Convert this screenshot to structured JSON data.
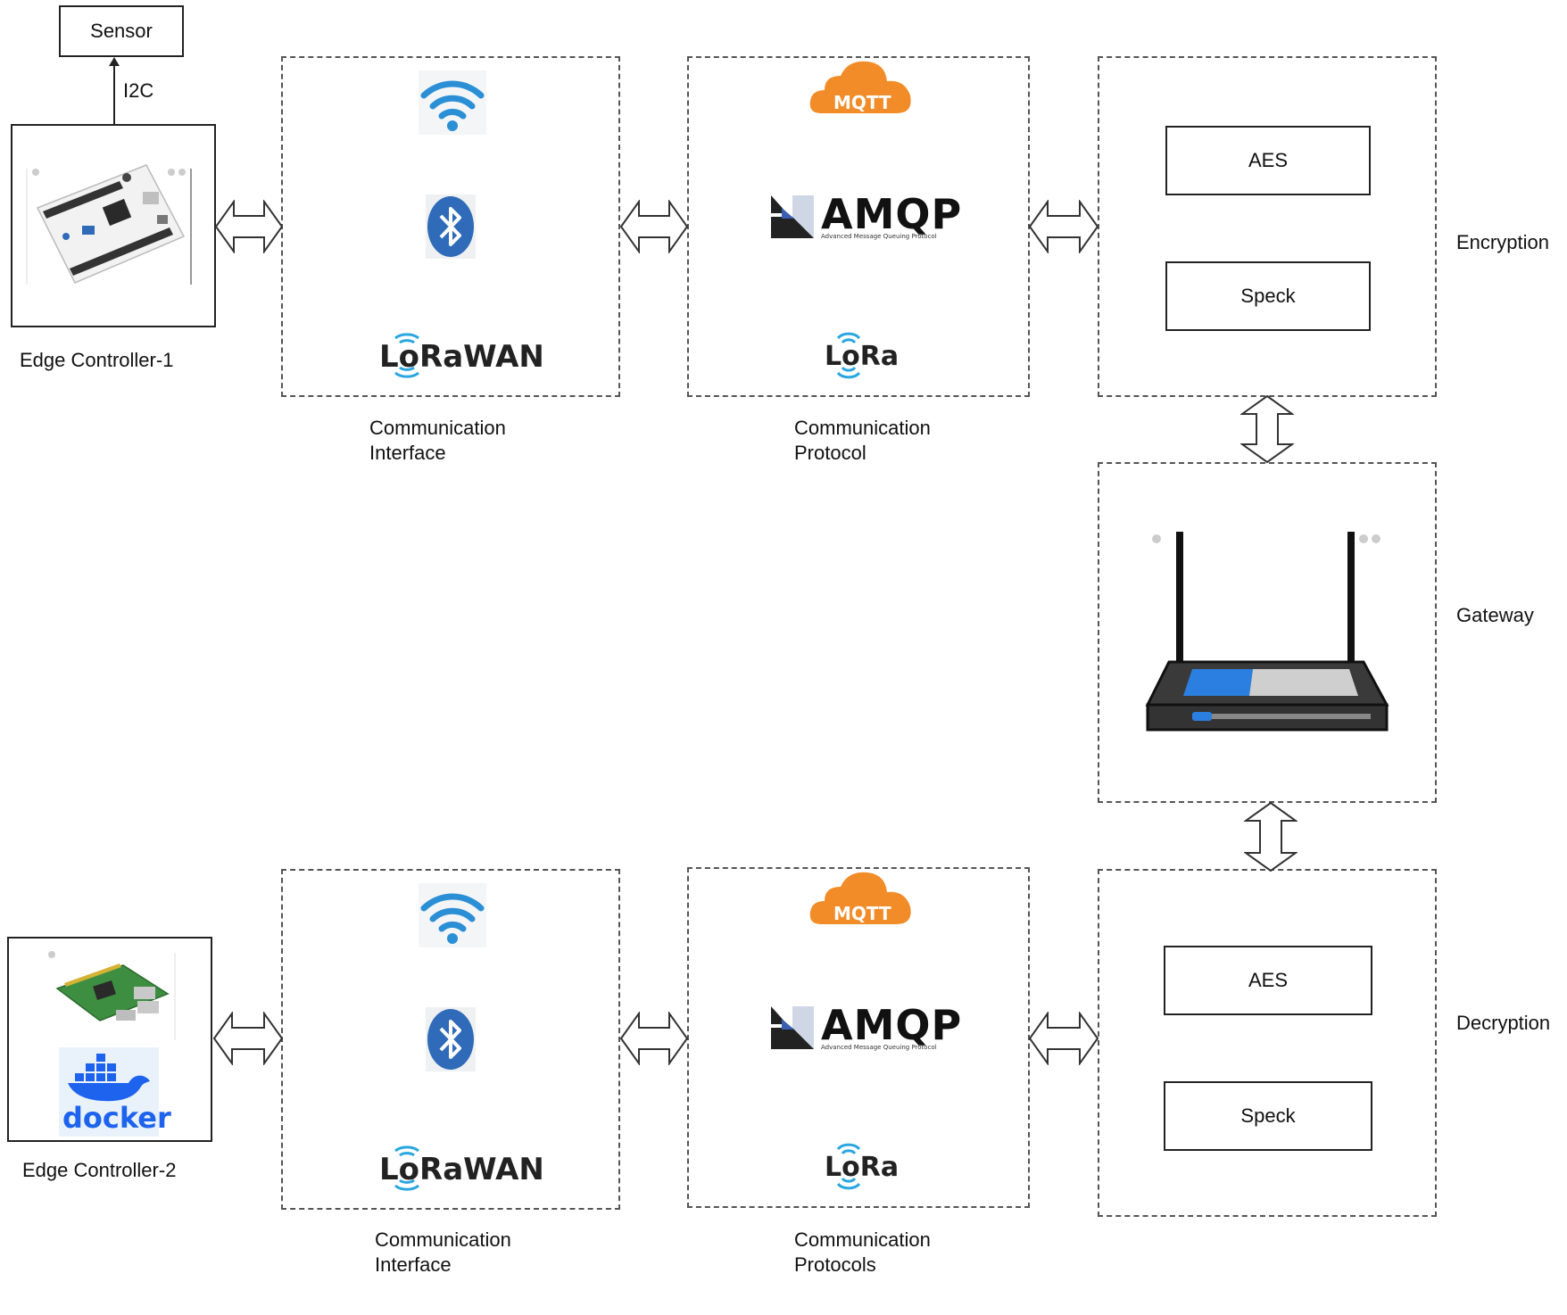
{
  "sensor": {
    "label": "Sensor"
  },
  "i2c": {
    "label": "I2C"
  },
  "edge1": {
    "label": "Edge Controller-1"
  },
  "edge2": {
    "label": "Edge Controller-2",
    "docker_label": "docker"
  },
  "top_interface": {
    "caption_line1": "Communication",
    "caption_line2": "Interface",
    "lorawan": "LoRaWAN"
  },
  "top_protocol": {
    "caption_line1": "Communication",
    "caption_line2": "Protocol",
    "mqtt": "MQTT",
    "amqp": "AMQP",
    "amqp_sub": "Advanced Message Queuing Protocol",
    "lora": "LoRa"
  },
  "encryption": {
    "label": "Encryption",
    "aes": "AES",
    "speck": "Speck"
  },
  "gateway": {
    "label": "Gateway"
  },
  "decryption": {
    "label": "Decryption",
    "aes": "AES",
    "speck": "Speck"
  },
  "bottom_interface": {
    "caption_line1": "Communication",
    "caption_line2": "Interface",
    "lorawan": "LoRaWAN"
  },
  "bottom_protocol": {
    "caption_line1": "Communication",
    "caption_line2": "Protocols",
    "mqtt": "MQTT",
    "amqp": "AMQP",
    "amqp_sub": "Advanced Message Queuing Protocol",
    "lora": "LoRa"
  },
  "colors": {
    "wifi": "#2b8fd6",
    "bluetooth": "#2f6bb8",
    "mqtt": "#f28c28",
    "lora_waves": "#2aa6e0",
    "router_accent": "#2b7fe0",
    "docker": "#1d63ed"
  }
}
